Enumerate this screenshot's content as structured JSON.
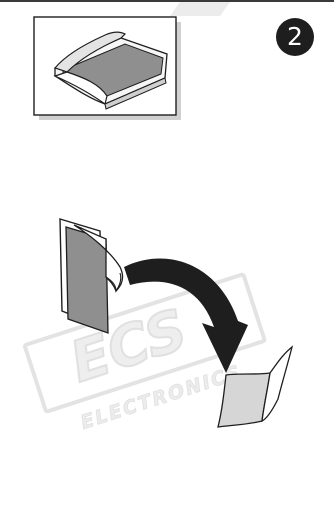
{
  "step": {
    "number": "2"
  },
  "watermark": {
    "brand": "ECS",
    "subtitle": "ELECTRONICS"
  },
  "colors": {
    "ink": "#1e1e1e",
    "panel_fill": "#f2f2f2",
    "sheet_gray": "#8f8f8f",
    "sheet_light": "#d6d6d6",
    "watermark": "#e6e6e6"
  }
}
